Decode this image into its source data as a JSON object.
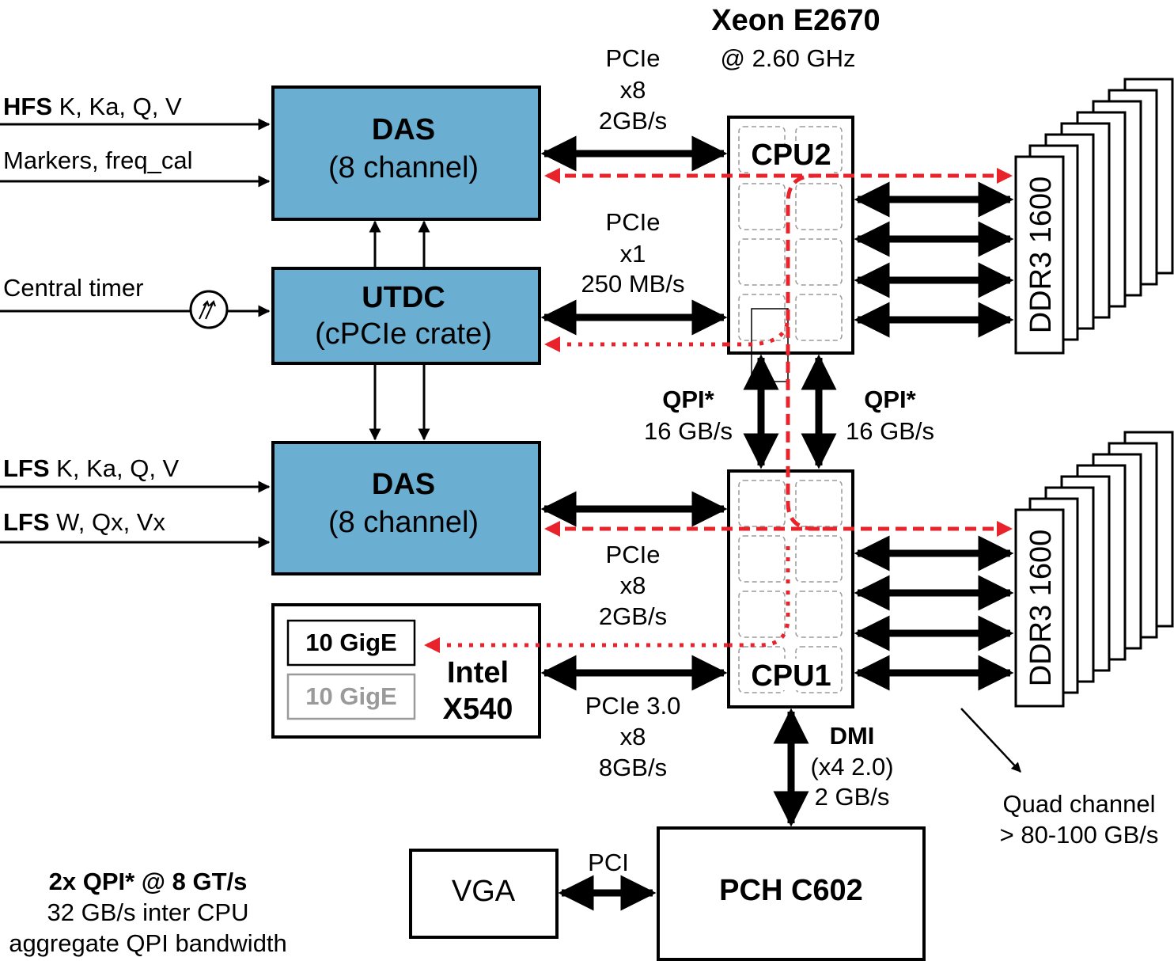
{
  "title": "Xeon E2670",
  "subtitle": "@ 2.60 GHz",
  "inputs": {
    "hfs_bold": "HFS",
    "hfs_rest": " K, Ka, Q, V",
    "markers": "Markers, freq_cal",
    "central_timer": "Central timer",
    "lfs1_bold": "LFS",
    "lfs1_rest": " K, Ka, Q, V",
    "lfs2_bold": "LFS",
    "lfs2_rest": " W, Qx, Vx"
  },
  "blocks": {
    "das_top_title": "DAS",
    "das_top_sub": "(8 channel)",
    "utdc_title": "UTDC",
    "utdc_sub": "(cPCIe crate)",
    "das_bot_title": "DAS",
    "das_bot_sub": "(8 channel)",
    "nic_port1": "10 GigE",
    "nic_port2": "10 GigE",
    "nic_name1": "Intel",
    "nic_name2": "X540",
    "cpu2": "CPU2",
    "cpu1": "CPU1",
    "pch": "PCH C602",
    "vga": "VGA",
    "ddr_top": "DDR3 1600",
    "ddr_bot": "DDR3 1600"
  },
  "links": {
    "pcie_top": [
      "PCIe",
      "x8",
      "2GB/s"
    ],
    "pcie_utdc": [
      "PCIe",
      "x1",
      "250 MB/s"
    ],
    "pcie_das_bot": [
      "PCIe",
      "x8",
      "2GB/s"
    ],
    "pcie_nic": [
      "PCIe 3.0",
      "x8",
      "8GB/s"
    ],
    "qpi_left": [
      "QPI*",
      "16 GB/s"
    ],
    "qpi_right": [
      "QPI*",
      "16 GB/s"
    ],
    "dmi": [
      "DMI",
      "(x4 2.0)",
      "2 GB/s"
    ],
    "pci": "PCI"
  },
  "memory_note": [
    "Quad channel",
    "> 80-100 GB/s"
  ],
  "qpi_note": [
    "2x QPI* @ 8 GT/s",
    "32 GB/s  inter CPU",
    "aggregate QPI bandwidth"
  ],
  "colors": {
    "block_fill": "#6aaed1",
    "data_path": "#e8232b",
    "disabled_port": "#9a9a9a"
  }
}
